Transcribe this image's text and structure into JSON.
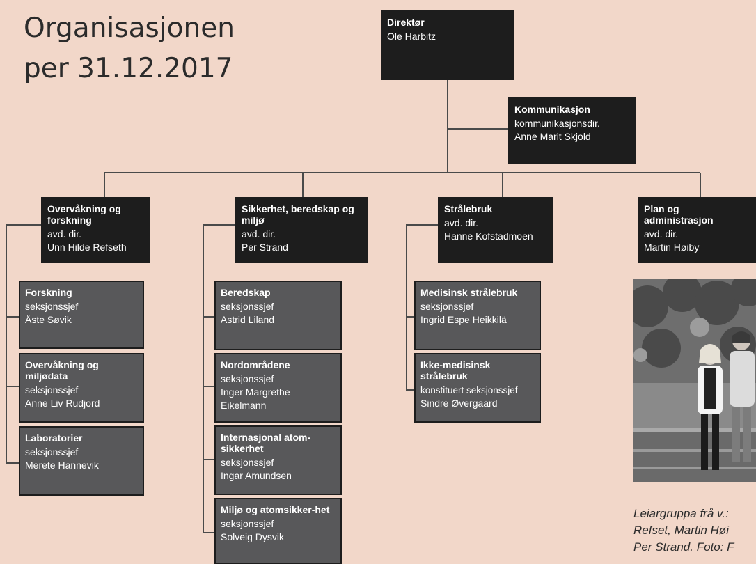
{
  "title": {
    "line1": "Organisasjonen",
    "line2": "per 31.12.2017"
  },
  "director": {
    "heading": "Direktør",
    "name": "Ole Harbitz"
  },
  "communication": {
    "heading": "Kommunikasjon",
    "role": "kommunikasjonsdir.",
    "name": "Anne Marit Skjold"
  },
  "departments": [
    {
      "heading": "Overvåkning og forskning",
      "role": "avd. dir.",
      "name": "Unn Hilde Refseth",
      "sections": [
        {
          "heading": "Forskning",
          "role": "seksjonssjef",
          "name": "Åste Søvik"
        },
        {
          "heading": "Overvåkning og miljødata",
          "role": "seksjonssjef",
          "name": "Anne Liv Rudjord"
        },
        {
          "heading": "Laboratorier",
          "role": "seksjonssjef",
          "name": "Merete Hannevik"
        }
      ]
    },
    {
      "heading": "Sikkerhet, beredskap og miljø",
      "role": "avd. dir.",
      "name": "Per Strand",
      "sections": [
        {
          "heading": "Beredskap",
          "role": "seksjonssjef",
          "name": "Astrid Liland"
        },
        {
          "heading": "Nordområdene",
          "role": "seksjonssjef",
          "name": "Inger Margrethe Eikelmann"
        },
        {
          "heading": "Internasjonal atom-sikkerhet",
          "role": "seksjonssjef",
          "name": "Ingar Amundsen"
        },
        {
          "heading": "Miljø og atomsikker-het",
          "role": "seksjonssjef",
          "name": "Solveig Dysvik"
        }
      ]
    },
    {
      "heading": "Strålebruk",
      "role": "avd. dir.",
      "name": "Hanne Kofstadmoen",
      "sections": [
        {
          "heading": "Medisinsk strålebruk",
          "role": "seksjonssjef",
          "name": "Ingrid Espe Heikkilä"
        },
        {
          "heading": "Ikke-medisinsk strålebruk",
          "role": "konstituert seksjonssjef",
          "name": "Sindre Øvergaard"
        }
      ]
    },
    {
      "heading": "Plan og administrasjon",
      "role": "avd. dir.",
      "name": "Martin Høiby"
    }
  ],
  "caption": {
    "line1": "Leiargruppa frå v.:",
    "line2": "Refset, Martin Høi",
    "line3": "Per Strand. Foto: F"
  },
  "colors": {
    "background": "#f2d7c9",
    "box_dark": "#1d1d1d",
    "box_section": "#58585a",
    "line": "#4a4a4a"
  }
}
